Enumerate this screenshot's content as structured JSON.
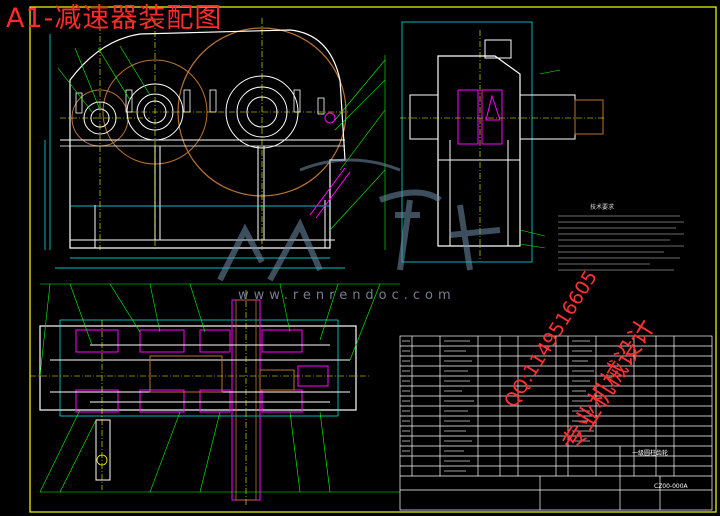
{
  "drawing": {
    "title": "A1-减速器装配图",
    "tech_requirements_title": "技术要求",
    "title_block_name": "一级圆柱齿轮",
    "title_block_code": "CZ00-000A"
  },
  "watermarks": {
    "site": "www.renrendoc.com",
    "qq": "QQ:1149516605",
    "design": "专业机械设计"
  },
  "colors": {
    "background": "#000000",
    "outline": "#ffffff",
    "centerline": "#ffff00",
    "dimension": "#00ffff",
    "sectioning": "#ff00ff",
    "gear_body": "#b87333",
    "leader": "#00ff00",
    "title_red": "#ff2a2a",
    "border_yellow": "#ffff00"
  }
}
